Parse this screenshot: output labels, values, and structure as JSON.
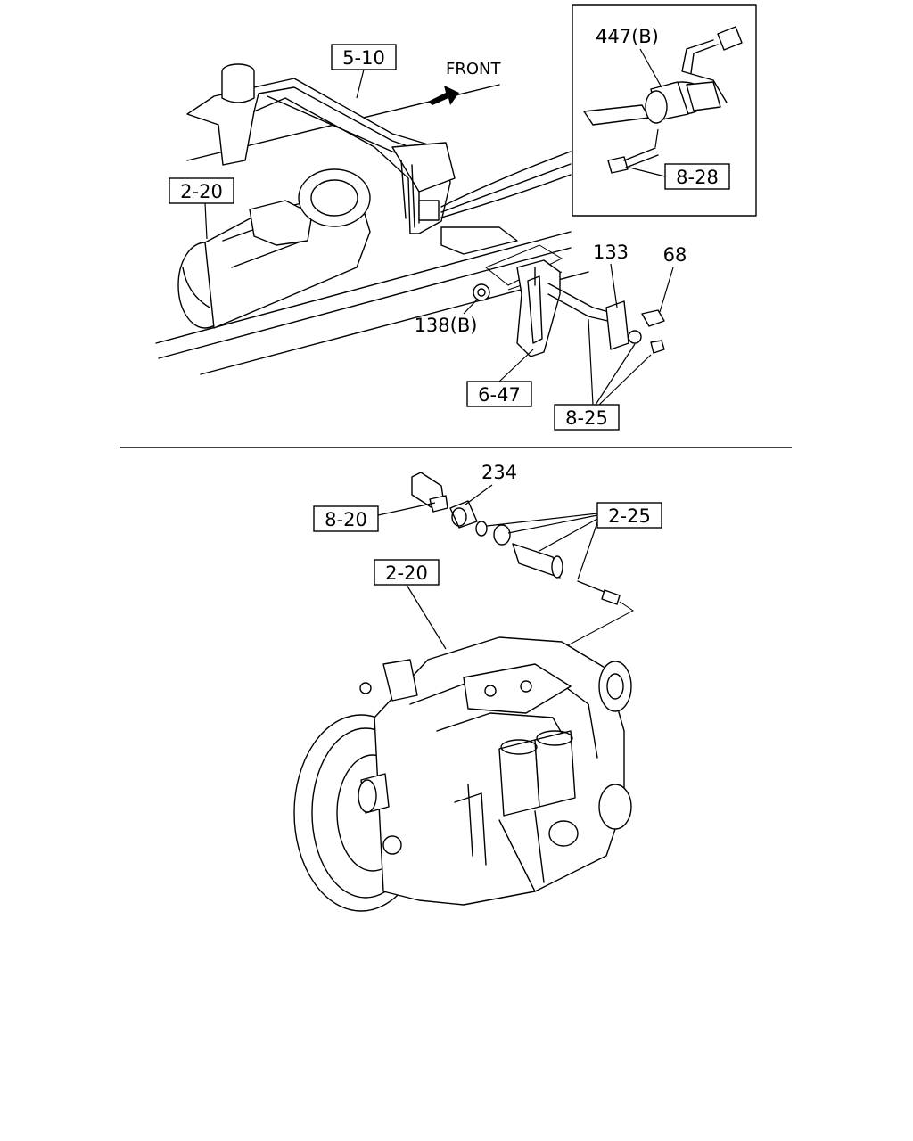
{
  "direction_label": "FRONT",
  "callouts": {
    "ref_5_10": "5-10",
    "ref_2_20_top": "2-20",
    "ref_447b": "447(B)",
    "ref_8_28": "8-28",
    "ref_133": "133",
    "ref_68": "68",
    "ref_138b": "138(B)",
    "ref_6_47": "6-47",
    "ref_8_25": "8-25",
    "ref_234": "234",
    "ref_8_20": "8-20",
    "ref_2_25": "2-25",
    "ref_2_20_bottom": "2-20"
  },
  "icons": {
    "front_arrow": "arrow-right-icon"
  }
}
